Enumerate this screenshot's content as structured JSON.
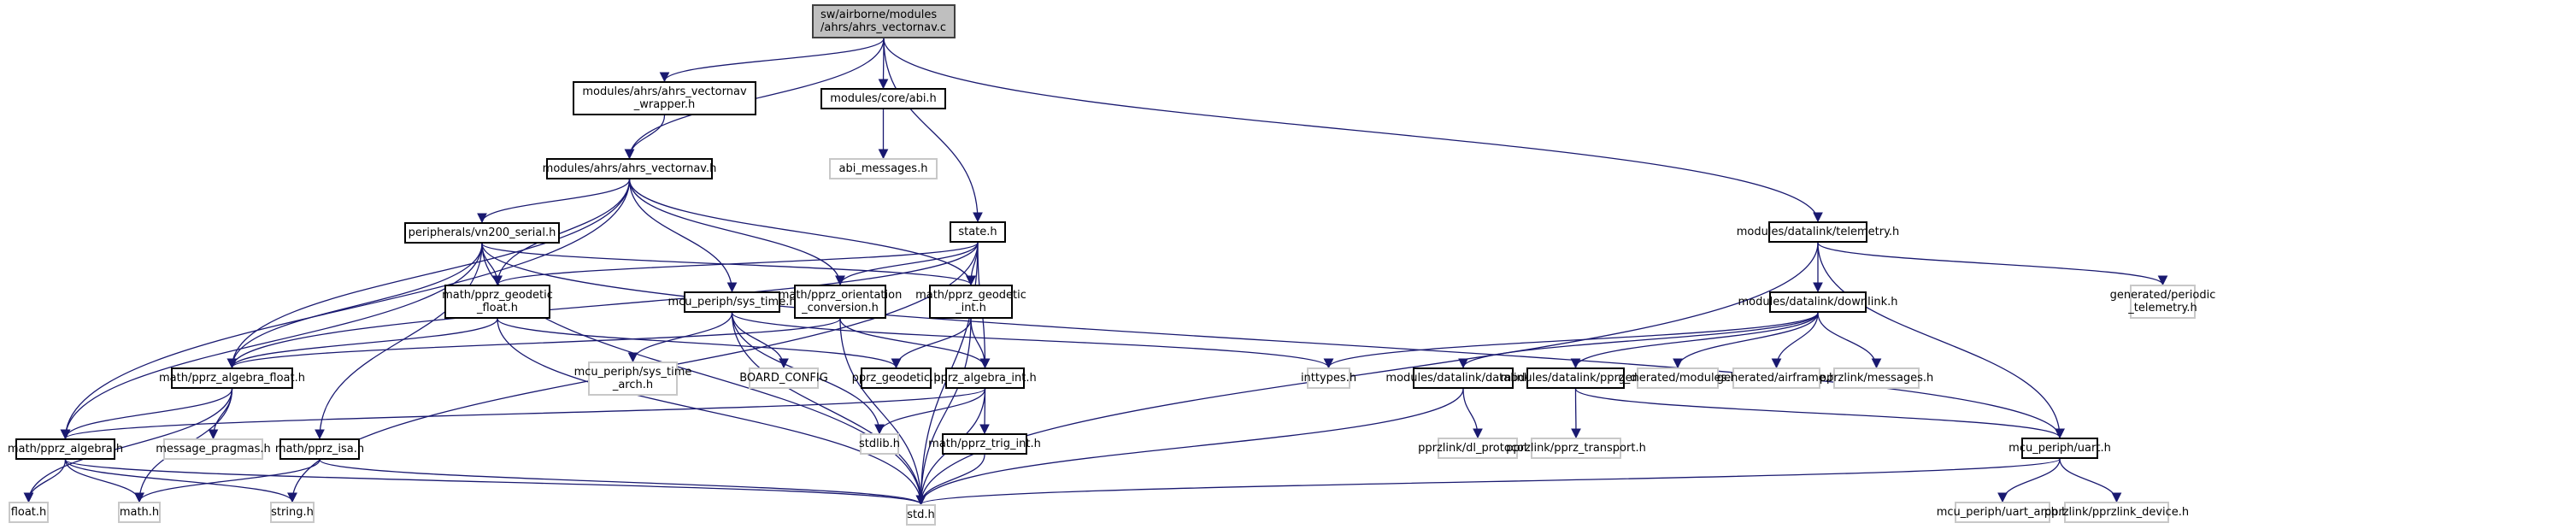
{
  "graph": {
    "title": "sw/airborne/modules/ahrs/ahrs_vectornav.c",
    "edge_color": "#191970",
    "nodes": [
      {
        "id": "root",
        "label": "sw/airborne/modules\n/ahrs/ahrs_vectornav.c",
        "kind": "root"
      },
      {
        "id": "wrapper",
        "label": "modules/ahrs/ahrs_vectornav\n_wrapper.h",
        "kind": "doc"
      },
      {
        "id": "abi",
        "label": "modules/core/abi.h",
        "kind": "doc"
      },
      {
        "id": "abi_msgs",
        "label": "abi_messages.h",
        "kind": "ext"
      },
      {
        "id": "ahrs_vn",
        "label": "modules/ahrs/ahrs_vectornav.h",
        "kind": "doc"
      },
      {
        "id": "vn200",
        "label": "peripherals/vn200_serial.h",
        "kind": "doc"
      },
      {
        "id": "state",
        "label": "state.h",
        "kind": "doc"
      },
      {
        "id": "telemetry",
        "label": "modules/datalink/telemetry.h",
        "kind": "doc"
      },
      {
        "id": "geo_float",
        "label": "math/pprz_geodetic\n_float.h",
        "kind": "doc"
      },
      {
        "id": "sys_time",
        "label": "mcu_periph/sys_time.h",
        "kind": "doc"
      },
      {
        "id": "orient",
        "label": "math/pprz_orientation\n_conversion.h",
        "kind": "doc"
      },
      {
        "id": "geo_int",
        "label": "math/pprz_geodetic\n_int.h",
        "kind": "doc"
      },
      {
        "id": "downlink",
        "label": "modules/datalink/downlink.h",
        "kind": "doc"
      },
      {
        "id": "periodic",
        "label": "generated/periodic\n_telemetry.h",
        "kind": "ext"
      },
      {
        "id": "alg_float",
        "label": "math/pprz_algebra_float.h",
        "kind": "doc"
      },
      {
        "id": "sys_time_arch",
        "label": "mcu_periph/sys_time\n_arch.h",
        "kind": "ext"
      },
      {
        "id": "board",
        "label": "BOARD_CONFIG",
        "kind": "ext"
      },
      {
        "id": "geodetic",
        "label": "pprz_geodetic.h",
        "kind": "doc"
      },
      {
        "id": "alg_int",
        "label": "pprz_algebra_int.h",
        "kind": "doc"
      },
      {
        "id": "inttypes",
        "label": "inttypes.h",
        "kind": "ext"
      },
      {
        "id": "datalink",
        "label": "modules/datalink/datalink.h",
        "kind": "doc"
      },
      {
        "id": "pprz_dl",
        "label": "modules/datalink/pprz_dl.h",
        "kind": "doc"
      },
      {
        "id": "gen_modules",
        "label": "generated/modules.h",
        "kind": "ext"
      },
      {
        "id": "airframe",
        "label": "generated/airframe.h",
        "kind": "ext"
      },
      {
        "id": "messages",
        "label": "pprzlink/messages.h",
        "kind": "ext"
      },
      {
        "id": "algebra",
        "label": "math/pprz_algebra.h",
        "kind": "doc"
      },
      {
        "id": "pragmas",
        "label": "message_pragmas.h",
        "kind": "ext"
      },
      {
        "id": "isa",
        "label": "math/pprz_isa.h",
        "kind": "doc"
      },
      {
        "id": "stdlib",
        "label": "stdlib.h",
        "kind": "ext"
      },
      {
        "id": "trig_int",
        "label": "math/pprz_trig_int.h",
        "kind": "doc"
      },
      {
        "id": "dl_protocol",
        "label": "pprzlink/dl_protocol.h",
        "kind": "ext"
      },
      {
        "id": "transport",
        "label": "pprzlink/pprz_transport.h",
        "kind": "ext"
      },
      {
        "id": "uart",
        "label": "mcu_periph/uart.h",
        "kind": "doc"
      },
      {
        "id": "float_h",
        "label": "float.h",
        "kind": "ext"
      },
      {
        "id": "math_h",
        "label": "math.h",
        "kind": "ext"
      },
      {
        "id": "string_h",
        "label": "string.h",
        "kind": "ext"
      },
      {
        "id": "std",
        "label": "std.h",
        "kind": "ext"
      },
      {
        "id": "uart_arch",
        "label": "mcu_periph/uart_arch.h",
        "kind": "ext"
      },
      {
        "id": "pprzlink_dev",
        "label": "pprzlink/pprzlink_device.h",
        "kind": "ext"
      }
    ],
    "edges": [
      [
        "root",
        "wrapper"
      ],
      [
        "root",
        "ahrs_vn"
      ],
      [
        "root",
        "abi"
      ],
      [
        "root",
        "state"
      ],
      [
        "root",
        "telemetry"
      ],
      [
        "wrapper",
        "ahrs_vn"
      ],
      [
        "abi",
        "abi_msgs"
      ],
      [
        "ahrs_vn",
        "vn200"
      ],
      [
        "ahrs_vn",
        "alg_float"
      ],
      [
        "ahrs_vn",
        "algebra"
      ],
      [
        "ahrs_vn",
        "geo_float"
      ],
      [
        "ahrs_vn",
        "sys_time"
      ],
      [
        "ahrs_vn",
        "orient"
      ],
      [
        "ahrs_vn",
        "geo_int"
      ],
      [
        "vn200",
        "geo_float"
      ],
      [
        "vn200",
        "alg_float"
      ],
      [
        "vn200",
        "algebra"
      ],
      [
        "vn200",
        "isa"
      ],
      [
        "vn200",
        "std"
      ],
      [
        "vn200",
        "geo_int"
      ],
      [
        "vn200",
        "uart"
      ],
      [
        "state",
        "geo_float"
      ],
      [
        "state",
        "alg_float"
      ],
      [
        "state",
        "orient"
      ],
      [
        "state",
        "geo_int"
      ],
      [
        "state",
        "alg_int"
      ],
      [
        "state",
        "std"
      ],
      [
        "state",
        "string_h"
      ],
      [
        "telemetry",
        "downlink"
      ],
      [
        "telemetry",
        "periodic"
      ],
      [
        "telemetry",
        "uart"
      ],
      [
        "telemetry",
        "std"
      ],
      [
        "geo_float",
        "alg_float"
      ],
      [
        "geo_float",
        "geodetic"
      ],
      [
        "geo_float",
        "std"
      ],
      [
        "sys_time",
        "sys_time_arch"
      ],
      [
        "sys_time",
        "board"
      ],
      [
        "sys_time",
        "std"
      ],
      [
        "sys_time",
        "stdlib"
      ],
      [
        "sys_time",
        "inttypes"
      ],
      [
        "orient",
        "alg_float"
      ],
      [
        "orient",
        "alg_int"
      ],
      [
        "orient",
        "std"
      ],
      [
        "geo_int",
        "geodetic"
      ],
      [
        "geo_int",
        "alg_int"
      ],
      [
        "geo_int",
        "std"
      ],
      [
        "downlink",
        "inttypes"
      ],
      [
        "downlink",
        "datalink"
      ],
      [
        "downlink",
        "pprz_dl"
      ],
      [
        "downlink",
        "gen_modules"
      ],
      [
        "downlink",
        "airframe"
      ],
      [
        "downlink",
        "messages"
      ],
      [
        "alg_float",
        "algebra"
      ],
      [
        "alg_float",
        "pragmas"
      ],
      [
        "alg_float",
        "float_h"
      ],
      [
        "alg_float",
        "math_h"
      ],
      [
        "alg_int",
        "algebra"
      ],
      [
        "alg_int",
        "stdlib"
      ],
      [
        "alg_int",
        "trig_int"
      ],
      [
        "alg_int",
        "std"
      ],
      [
        "datalink",
        "dl_protocol"
      ],
      [
        "datalink",
        "std"
      ],
      [
        "pprz_dl",
        "transport"
      ],
      [
        "pprz_dl",
        "uart"
      ],
      [
        "algebra",
        "float_h"
      ],
      [
        "algebra",
        "math_h"
      ],
      [
        "algebra",
        "string_h"
      ],
      [
        "algebra",
        "std"
      ],
      [
        "isa",
        "math_h"
      ],
      [
        "isa",
        "std"
      ],
      [
        "trig_int",
        "std"
      ],
      [
        "uart",
        "uart_arch"
      ],
      [
        "uart",
        "pprzlink_dev"
      ],
      [
        "uart",
        "std"
      ]
    ]
  }
}
